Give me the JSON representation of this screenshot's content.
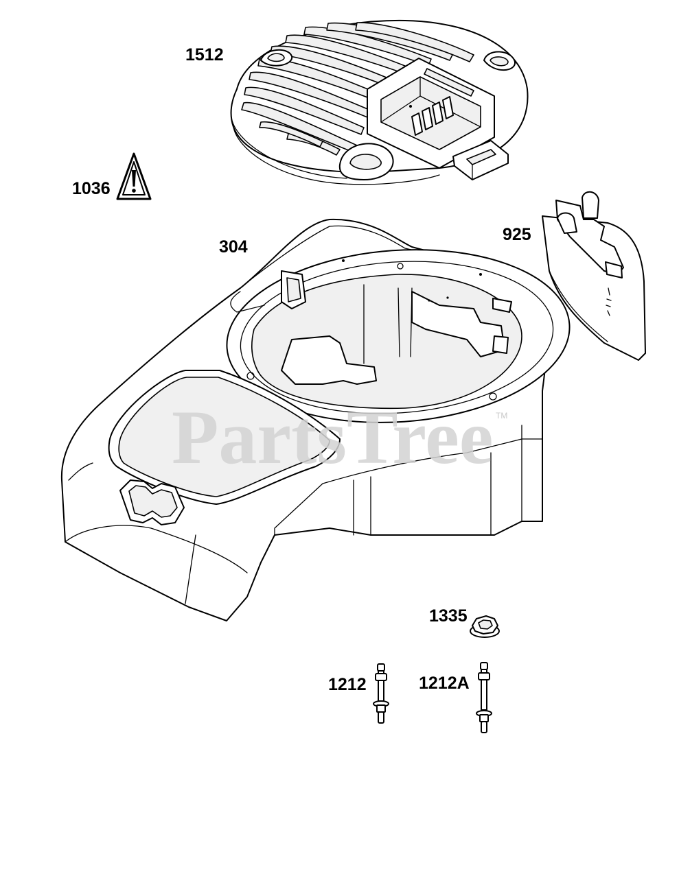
{
  "parts": [
    {
      "id": "1512",
      "label": "1512",
      "name": "grille-screen"
    },
    {
      "id": "1036",
      "label": "1036",
      "name": "warning-symbol"
    },
    {
      "id": "304",
      "label": "304",
      "name": "blower-housing"
    },
    {
      "id": "925",
      "label": "925",
      "name": "guard-baffle"
    },
    {
      "id": "1335",
      "label": "1335",
      "name": "nut"
    },
    {
      "id": "1212",
      "label": "1212",
      "name": "stud"
    },
    {
      "id": "1212A",
      "label": "1212A",
      "name": "stud"
    }
  ],
  "watermark": {
    "text": "PartsTree",
    "mark": "TM"
  },
  "icons": {
    "warning": "warning-triangle-icon"
  },
  "colors": {
    "line": "#000000",
    "watermark": "#d2d2d2",
    "background": "#ffffff"
  }
}
